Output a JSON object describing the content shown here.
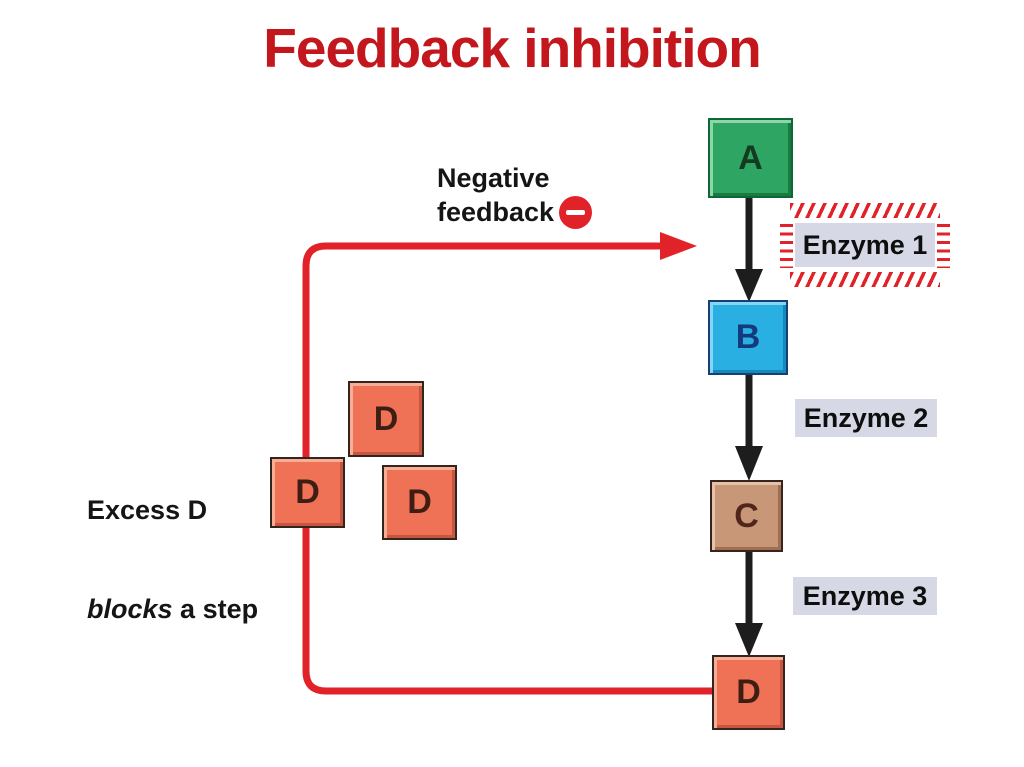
{
  "title": "Feedback inhibition",
  "colors": {
    "title_red": "#C3161D",
    "red": "#E12228",
    "black": "#1D1D1D",
    "enzyme_label_bg": "#D7D8E6",
    "node_a_fill": "#2FA564",
    "node_a_text": "#123B20",
    "node_b_fill": "#2AAFE3",
    "node_b_text": "#133A7D",
    "node_c_fill": "#C79778",
    "node_c_text": "#50251B",
    "node_d_fill": "#EF7156",
    "node_d_text": "#3E1E12"
  },
  "pathway": {
    "nodes": [
      {
        "label": "A"
      },
      {
        "label": "B"
      },
      {
        "label": "C"
      },
      {
        "label": "D"
      }
    ],
    "enzymes": [
      {
        "label": "Enzyme 1",
        "inhibited": true
      },
      {
        "label": "Enzyme 2",
        "inhibited": false
      },
      {
        "label": "Enzyme 3",
        "inhibited": false
      }
    ]
  },
  "feedback": {
    "line1": "Negative",
    "line2": "feedback",
    "symbol_icon": "minus-circle"
  },
  "excess": {
    "line1": "Excess D",
    "line2_italic": "blocks",
    "line2_rest": " a step",
    "molecules": [
      {
        "label": "D"
      },
      {
        "label": "D"
      },
      {
        "label": "D"
      }
    ]
  }
}
